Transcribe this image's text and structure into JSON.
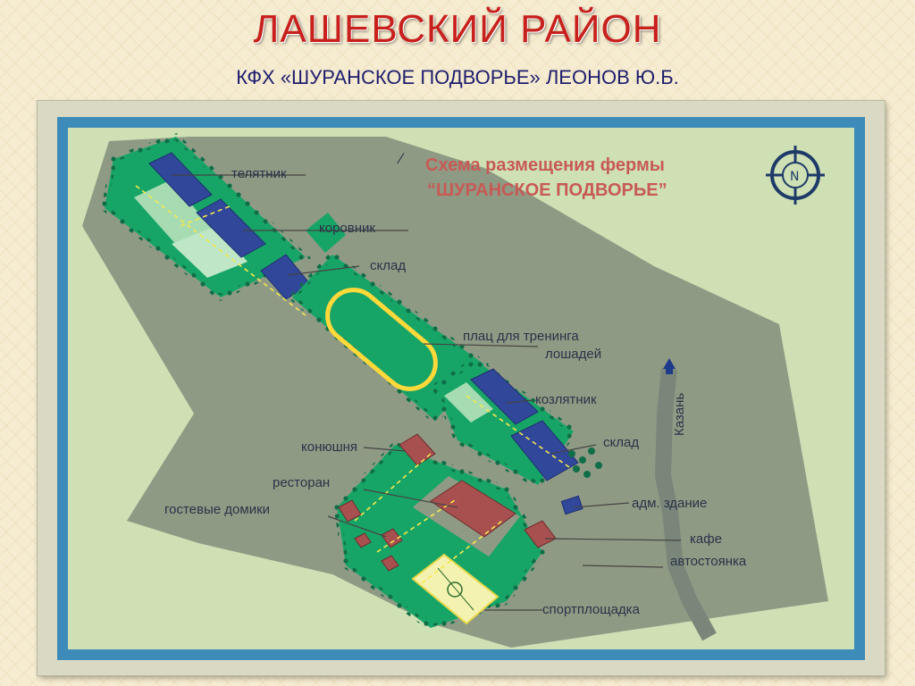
{
  "slide": {
    "title": "ЛАШЕВСКИЙ РАЙОН",
    "subtitle": "КФХ «ШУРАНСКОЕ ПОДВОРЬЕ» ЛЕОНОВ Ю.Б."
  },
  "map": {
    "heading_line1": "Схема размещения фермы",
    "heading_line2": "“ШУРАНСКОЕ ПОДВОРЬЕ”",
    "compass_letter": "N",
    "road_label": "Казань",
    "labels": {
      "calf_barn": "телятник",
      "cow_barn": "коровник",
      "warehouse_1": "склад",
      "training_ground_line1": "плац для тренинга",
      "training_ground_line2": "лошадей",
      "goat_barn": "козлятник",
      "warehouse_2": "склад",
      "stable": "конюшня",
      "restaurant": "ресторан",
      "guest_houses": "гостевые домики",
      "admin_building": "адм. здание",
      "cafe": "кафе",
      "parking": "автостоянка",
      "sports_ground": "спортплощадка"
    },
    "colors": {
      "frame": "#3c8bb8",
      "inner_bg": "#cfe0b4",
      "territory": "#8f9a85",
      "lawn": "#17a567",
      "building_blue": "#31479a",
      "building_red": "#a85050",
      "heading": "#c75a54"
    }
  }
}
